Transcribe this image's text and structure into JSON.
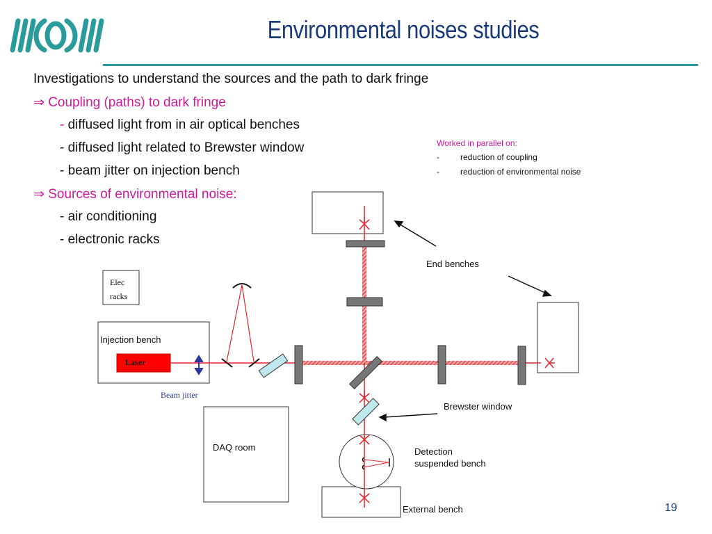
{
  "title": "Environmental noises studies",
  "intro": "Investigations to understand the sources and the path to dark fringe",
  "arrow_symbol": "⇒",
  "coupling_heading": "Coupling (paths) to dark fringe",
  "coupling_items": [
    "diffused light from in air optical benches",
    "diffused light related to Brewster window",
    "beam jitter on injection bench"
  ],
  "sources_heading": "Sources of environmental noise:",
  "sources_items": [
    "- air conditioning",
    "- electronic racks"
  ],
  "parallel": {
    "heading": "Worked in parallel on:",
    "items": [
      "reduction of coupling",
      "reduction of environmental noise"
    ]
  },
  "diagram": {
    "elec_racks": [
      "Elec",
      "racks"
    ],
    "injection_bench": "Injection  bench",
    "laser": "Laser",
    "beam_jitter": "Beam jitter",
    "daq_room": "DAQ room",
    "end_benches": "End  benches",
    "brewster_window": "Brewster window",
    "detection": [
      "Detection",
      "suspended bench"
    ],
    "external_bench": "External  bench"
  },
  "page_number": "19",
  "colors": {
    "title": "#1a3a7a",
    "accent_rule": "#2a9a9a",
    "logo": "#2a9a9a",
    "pink": "#cc1a99",
    "beam": "#e8232a",
    "mirror": "#777777",
    "blue_text": "#2a3a9a"
  }
}
